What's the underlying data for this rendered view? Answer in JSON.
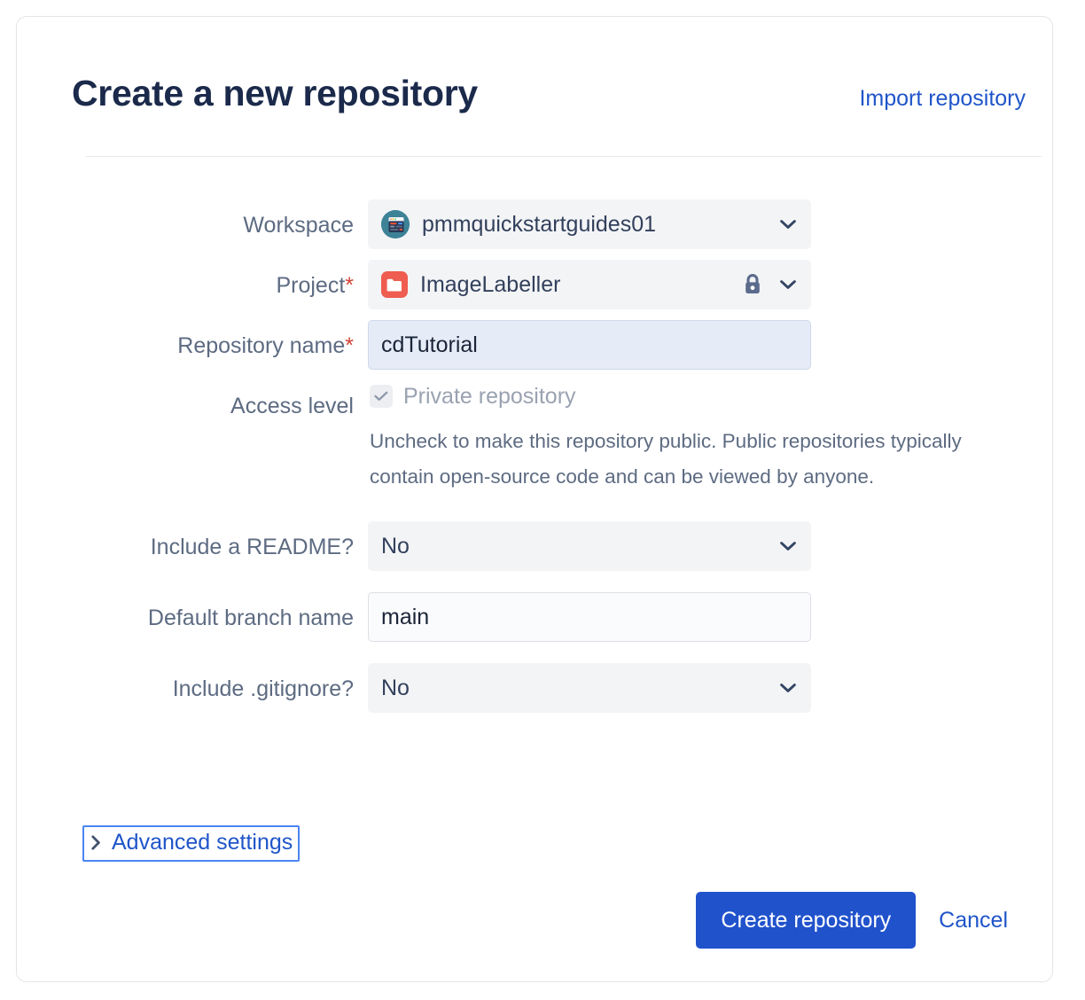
{
  "header": {
    "title": "Create a new repository",
    "import_link": "Import repository"
  },
  "form": {
    "workspace": {
      "label": "Workspace",
      "value": "pmmquickstartguides01",
      "avatar_icon": "workspace-avatar-icon",
      "chevron_icon": "chevron-down-icon"
    },
    "project": {
      "label": "Project",
      "required_marker": "*",
      "value": "ImageLabeller",
      "project_icon": "folder-icon",
      "lock_icon": "lock-icon",
      "chevron_icon": "chevron-down-icon"
    },
    "repository_name": {
      "label": "Repository name",
      "required_marker": "*",
      "value": "cdTutorial",
      "placeholder": ""
    },
    "access_level": {
      "label": "Access level",
      "checkbox_label": "Private repository",
      "checked": true,
      "checkmark_icon": "check-icon",
      "help_text": "Uncheck to make this repository public. Public repositories typically contain open-source code and can be viewed by anyone."
    },
    "include_readme": {
      "label": "Include a README?",
      "value": "No",
      "chevron_icon": "chevron-down-icon"
    },
    "default_branch": {
      "label": "Default branch name",
      "value": "main",
      "placeholder": ""
    },
    "include_gitignore": {
      "label": "Include .gitignore?",
      "value": "No",
      "chevron_icon": "chevron-down-icon"
    },
    "advanced_settings": {
      "label": "Advanced settings",
      "chevron_icon": "chevron-right-icon",
      "expanded": false
    }
  },
  "actions": {
    "submit_label": "Create repository",
    "cancel_label": "Cancel"
  },
  "colors": {
    "link": "#1F55C9",
    "primary_button": "#2052CC",
    "title": "#1B2A4B",
    "label": "#5D6B82",
    "required": "#D04437",
    "focus_ring": "#4B85F2",
    "project_icon": "#EF5C50",
    "workspace_avatar": "#3D8296",
    "input_filled": "#E6ECF7"
  }
}
